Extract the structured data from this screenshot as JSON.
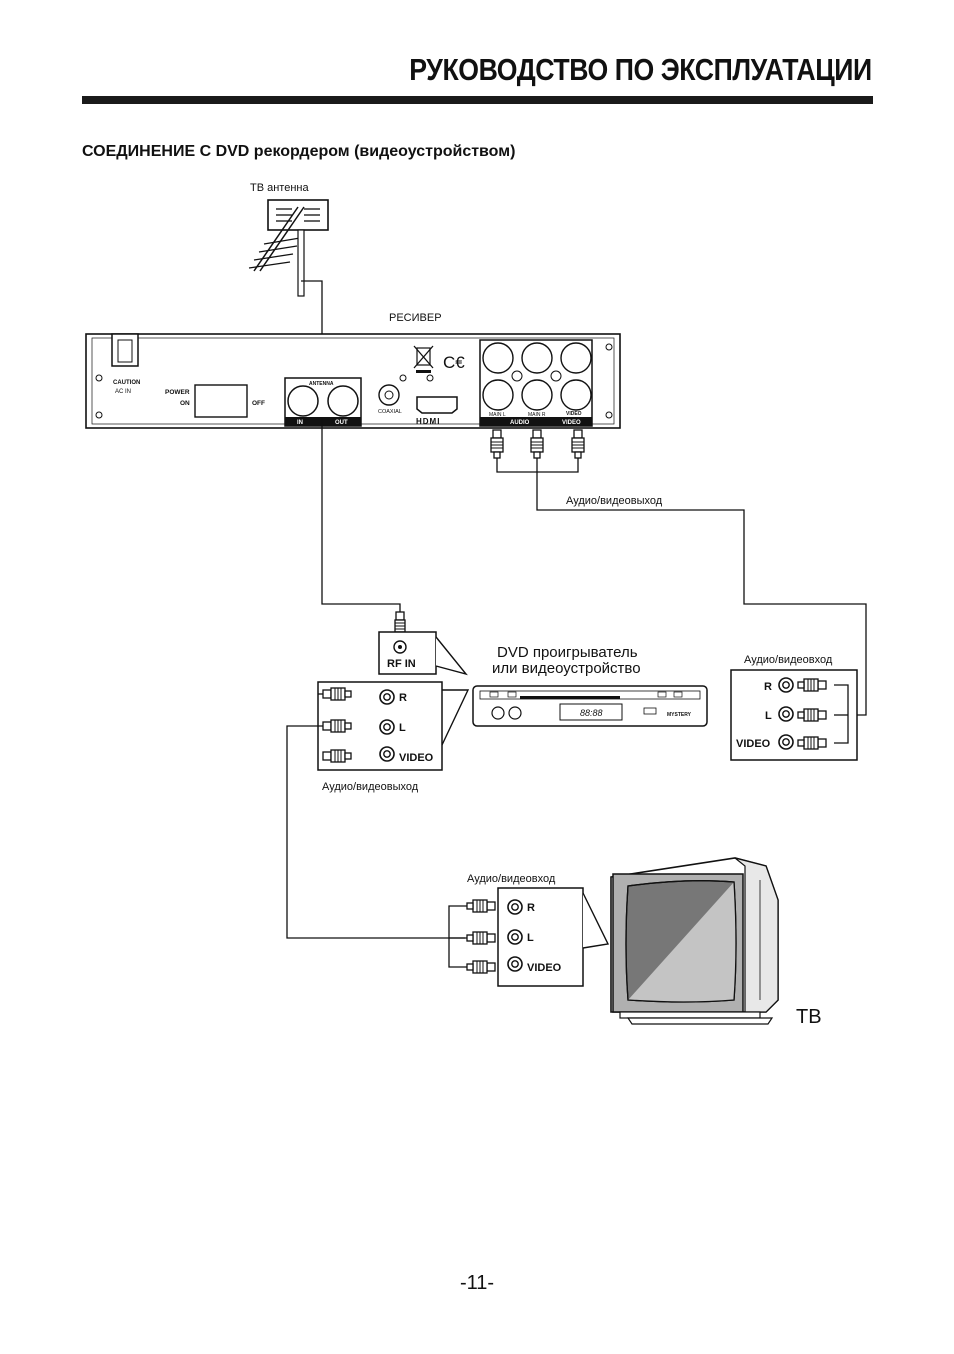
{
  "header": {
    "title": "РУКОВОДСТВО ПО ЭКСПЛУАТАЦИИ"
  },
  "section": {
    "title": "СОЕДИНЕНИЕ С DVD рекордером (видеоустройством)"
  },
  "antenna": {
    "label": "ТВ антенна"
  },
  "receiver": {
    "label": "РЕСИВЕР",
    "caution": "CAUTION",
    "ac_in": "AC IN",
    "power": "POWER",
    "on": "ON",
    "off": "OFF",
    "antenna": "ANTENNA",
    "in": "IN",
    "out": "OUT",
    "coaxial": "COAXIAL",
    "hdmi": "HDMI",
    "main_l": "MAIN L",
    "main_r": "MAIN R",
    "audio": "AUDIO",
    "video": "VIDEO",
    "video_bar": "VIDEO"
  },
  "labels": {
    "av_out_receiver": "Аудио/видеовыход",
    "av_in_right": "Аудио/видеовход",
    "av_out_dvd": "Аудио/видеовыход",
    "av_in_tv": "Аудио/видеовход"
  },
  "dvd": {
    "rf_in": "RF IN",
    "title_line1": "DVD проигрыватель",
    "title_line2": "или видеоустройство",
    "display": "88:88",
    "brand": "MYSTERY"
  },
  "jacks": {
    "r": "R",
    "l": "L",
    "video": "VIDEO"
  },
  "tv": {
    "label": "ТВ"
  },
  "page": {
    "number": "-11-"
  }
}
